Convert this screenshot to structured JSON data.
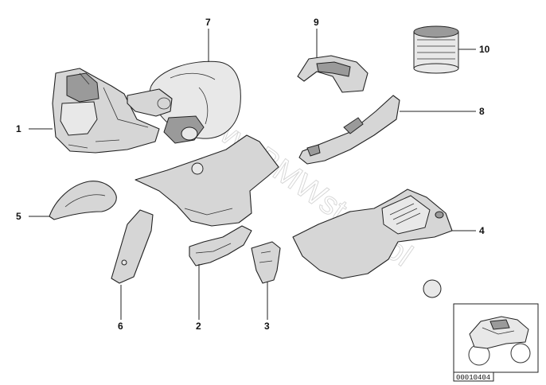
{
  "callouts": [
    "1",
    "2",
    "3",
    "4",
    "5",
    "6",
    "7",
    "8",
    "9",
    "10"
  ],
  "watermark": "www.BMWstore.pl",
  "thumbnail": {
    "ref_number": "00010404"
  }
}
